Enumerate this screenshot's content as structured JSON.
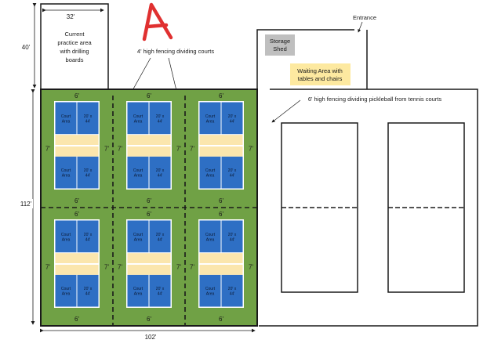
{
  "title_mark": "A",
  "practice_area": {
    "width_label": "32'",
    "height_label": "40'",
    "text_lines": [
      "Current",
      "practice area",
      "with drilling",
      "boards"
    ]
  },
  "annotations": {
    "fence_4ft": "4' high fencing dividing courts",
    "fence_6ft": "6' high fencing dividing pickleball from tennis courts",
    "entrance": "Entrance"
  },
  "storage_shed": {
    "lines": [
      "Storage",
      "Shed"
    ],
    "color": "#bfbfbf"
  },
  "waiting_area": {
    "lines": [
      "Waiting Area with",
      "tables and chairs"
    ],
    "color": "#fde9a0"
  },
  "pickleball": {
    "total_width_label": "102'",
    "total_height_label": "112'",
    "rows": 2,
    "cols": 3,
    "side_margin_label": "7'",
    "end_margin_label": "6'",
    "court_cell_labels": [
      [
        "Court",
        "Area"
      ],
      [
        "20' x",
        "44'"
      ]
    ],
    "colors": {
      "surround": "#70a145",
      "court": "#2e6fc4",
      "kitchen": "#fbe6ad",
      "lines": "#ffffff"
    }
  },
  "tennis": {
    "courts": 2
  },
  "colors": {
    "mark_red": "#e03030",
    "outline": "#1a1a1a"
  }
}
